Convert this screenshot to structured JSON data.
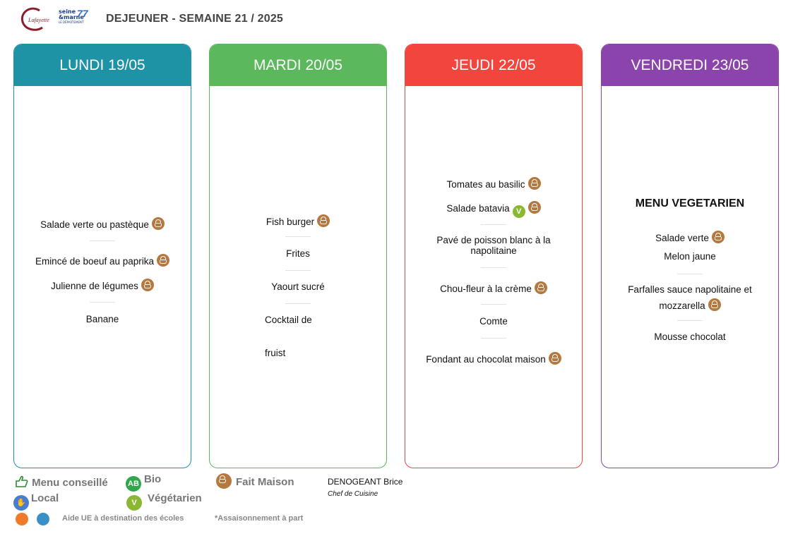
{
  "header": {
    "title": "DEJEUNER - SEMAINE 21 / 2025",
    "logo_left_text": "Lafayette",
    "logo_right_line1": "seine",
    "logo_right_line2": "&marne",
    "logo_right_number": "77",
    "logo_right_sub": "LE DÉPARTEMENT"
  },
  "days": [
    {
      "title": "LUNDI 19/05",
      "color": "#1e93a6",
      "dishes": [
        "Salade verte ou pastèque",
        "Emincé de boeuf au paprika",
        "Julienne de légumes",
        "Banane"
      ]
    },
    {
      "title": "MARDI 20/05",
      "color": "#5cb85c",
      "dishes": [
        "Fish burger",
        "Frites",
        "Yaourt sucré",
        "Cocktail de",
        "fruist"
      ]
    },
    {
      "title": "JEUDI 22/05",
      "color": "#f2453d",
      "dishes": [
        "Tomates au basilic",
        "Salade batavia",
        "Pavé de poisson blanc à la",
        "napolitaine",
        "Chou-fleur à la crème",
        "Comte",
        "Fondant au chocolat maison"
      ]
    },
    {
      "title": "VENDREDI 23/05",
      "color": "#8b44ac",
      "menu_label": "MENU VEGETARIEN",
      "dishes": [
        "Salade verte",
        "Melon jaune",
        "Farfalles sauce napolitaine et",
        "mozzarella",
        "Mousse chocolat"
      ]
    }
  ],
  "legend": {
    "menu_conseille": "Menu conseillé",
    "bio": "Bio",
    "fait_maison": "Fait Maison",
    "local": "Local",
    "vegetarien": "Végétarien",
    "aide_ue": "Aide UE à destination des écoles",
    "assaisonnement": "*Assaisonnement à part"
  },
  "chef": {
    "name": "DENOGEANT Brice",
    "role": "Chef de Cuisine"
  },
  "icons": {
    "fait_maison": "chef-hat-icon",
    "vegetarien": "leaf-icon",
    "bio": "ab-icon",
    "local": "handshake-icon",
    "menu_conseille": "thumb-icon"
  },
  "colors": {
    "fait_maison": "#b5783f",
    "vegetarien": "#8ab833",
    "bio": "#2ea84a",
    "local": "#4a7ccf"
  }
}
